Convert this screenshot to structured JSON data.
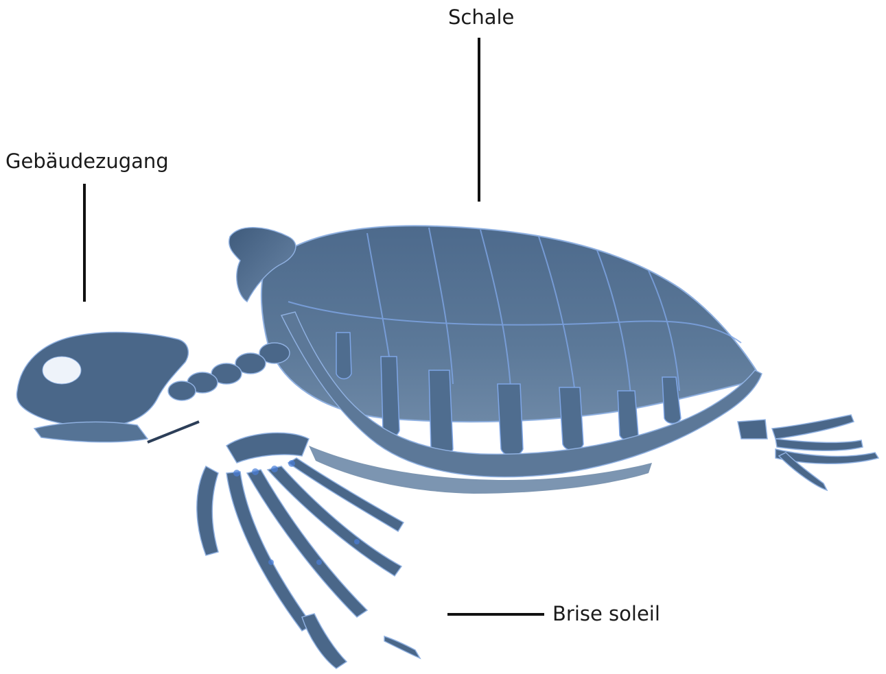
{
  "labels": {
    "shell": "Schale",
    "head": "Gebäudezugang",
    "flipper": "Brise soleil"
  },
  "colors": {
    "bone_dark": "#3e5a78",
    "bone_mid": "#5a7696",
    "bone_light": "#8fa8c6",
    "accent_blue": "#4a7fd8",
    "leader_line": "#111111",
    "background": "#ffffff"
  }
}
